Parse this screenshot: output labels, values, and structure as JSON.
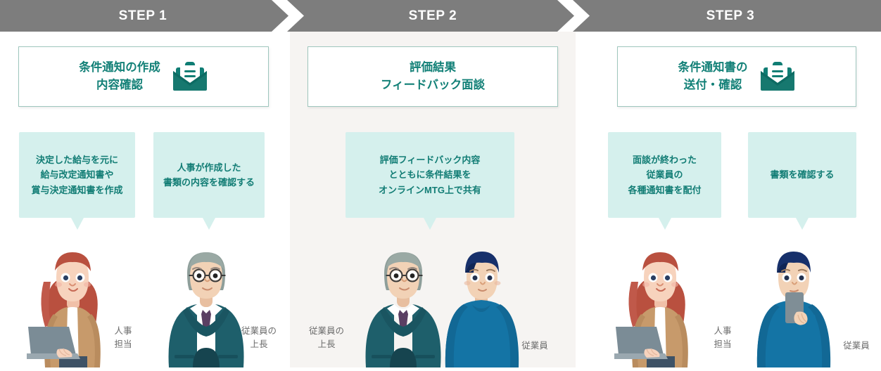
{
  "colors": {
    "header_bar": "#7d7d7d",
    "teal": "#128077",
    "bubble_fill": "#d5f0ed",
    "bubble_text": "#127d75",
    "panel_bg": "#f6f4f2",
    "card_border": "#9ec6bd",
    "label_text": "#6b6b6b"
  },
  "steps": [
    {
      "header": "STEP 1",
      "title": "条件通知の作成\n内容確認",
      "has_envelope_icon": true,
      "bubbles": [
        {
          "text": "決定した給与を元に\n給与改定通知書や\n賞与決定通知書を作成"
        },
        {
          "text": "人事が作成した\n書類の内容を確認する"
        }
      ],
      "people": [
        {
          "role_label": "人事\n担当",
          "figure": "woman-with-laptop"
        },
        {
          "role_label": "従業員の\n上長",
          "figure": "older-man-suit"
        }
      ]
    },
    {
      "header": "STEP 2",
      "title": "評価結果\nフィードバック面談",
      "has_envelope_icon": false,
      "bubbles": [
        {
          "text": "評価フィードバック内容\nとともに条件結果を\nオンラインMTG上で共有"
        }
      ],
      "people": [
        {
          "role_label": "従業員の\n上長",
          "figure": "older-man-suit"
        },
        {
          "role_label": "従業員",
          "figure": "young-man-blue-sweater"
        }
      ]
    },
    {
      "header": "STEP 3",
      "title": "条件通知書の\n送付・確認",
      "has_envelope_icon": true,
      "bubbles": [
        {
          "text": "面談が終わった\n従業員の\n各種通知書を配付"
        },
        {
          "text": "書類を確認する"
        }
      ],
      "people": [
        {
          "role_label": "人事\n担当",
          "figure": "woman-with-laptop"
        },
        {
          "role_label": "従業員",
          "figure": "young-man-holding-tablet"
        }
      ]
    }
  ],
  "icons": {
    "envelope": "envelope-open-document-icon",
    "chevron": "chevron-right-separator"
  }
}
